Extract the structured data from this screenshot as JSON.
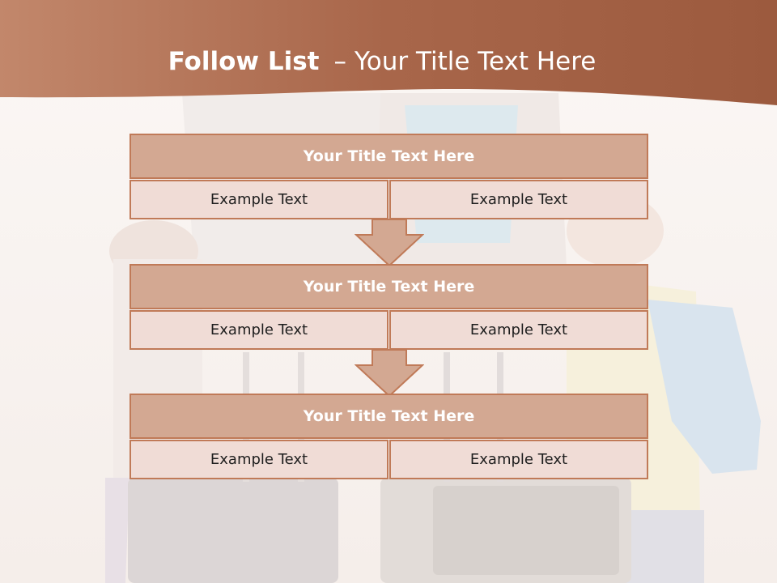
{
  "slide": {
    "title_bold": "Follow List",
    "title_sep": "–",
    "title_rest": "Your Title Text Here"
  },
  "blocks": [
    {
      "title": "Your Title Text Here",
      "left": "Example Text",
      "right": "Example Text"
    },
    {
      "title": "Your Title Text Here",
      "left": "Example Text",
      "right": "Example Text"
    },
    {
      "title": "Your Title Text Here",
      "left": "Example Text",
      "right": "Example Text"
    }
  ],
  "colors": {
    "banner": "#a8664a",
    "title_fill": "#d3a892",
    "cell_fill": "#f0dcd6",
    "border": "#c07a58"
  }
}
